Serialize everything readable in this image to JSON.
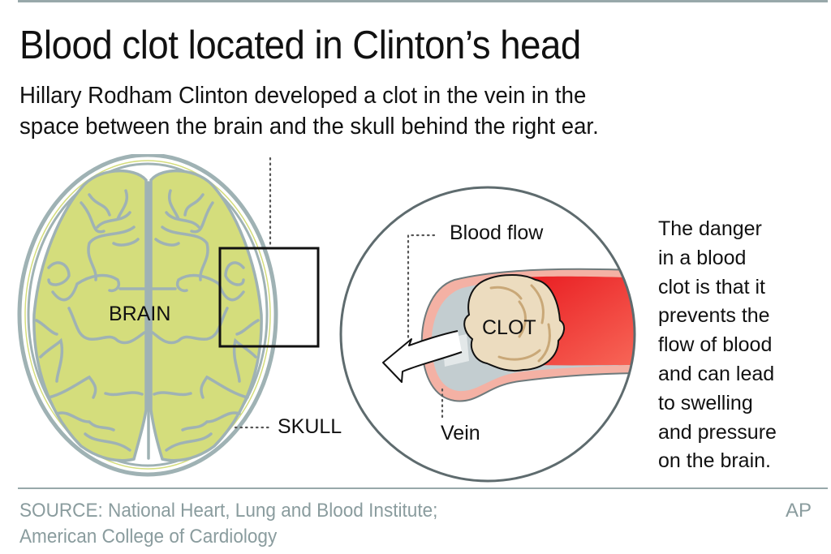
{
  "header": {
    "title": "Blood clot located in Clinton’s head",
    "subtitle_lines": [
      "Hillary Rodham Clinton developed a clot in the vein in the",
      "space between the brain and the skull behind the right ear."
    ]
  },
  "diagram": {
    "brain_label": "BRAIN",
    "skull_label": "SKULL",
    "blood_flow_label": "Blood flow",
    "clot_label": "CLOT",
    "vein_label": "Vein",
    "colors": {
      "brain_fill": "#d4dd7c",
      "skull_stroke": "#9fb2b4",
      "vein_wall": "#f4b1a4",
      "blood": "#ee2d2d",
      "vein_empty": "#c3cdd0",
      "clot": "#ecdcbf",
      "clot_streak": "#c9a878",
      "circle_stroke": "#5e6b6e"
    }
  },
  "side_text_lines": [
    "The danger",
    "in a blood",
    "clot is that it",
    "prevents the",
    "flow of blood",
    "and can lead",
    "to swelling",
    "and pressure",
    "on the brain."
  ],
  "footer": {
    "source_lines": [
      "SOURCE: National Heart, Lung and Blood Institute;",
      "American College of Cardiology"
    ],
    "credit": "AP"
  }
}
